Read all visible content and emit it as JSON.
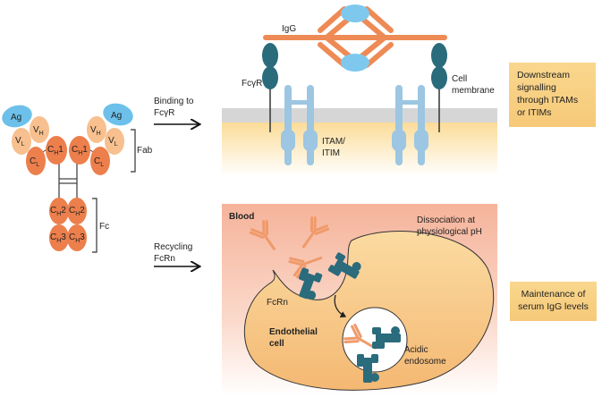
{
  "antibody": {
    "domains": {
      "ag": "Ag",
      "vh": "V",
      "vh_sub": "H",
      "vl": "V",
      "vl_sub": "L",
      "ch1": "C",
      "ch1_sub": "H",
      "ch1_num": "1",
      "cl": "C",
      "cl_sub": "L",
      "ch2": "C",
      "ch2_sub": "H",
      "ch2_num": "2",
      "ch3": "C",
      "ch3_sub": "H",
      "ch3_num": "3"
    },
    "fab_label": "Fab",
    "fc_label": "Fc"
  },
  "pathway_top": {
    "arrow_label_line1": "Binding to",
    "arrow_label_line2": "FcγR",
    "igg_label": "IgG",
    "receptor_label": "FcγR",
    "membrane_label_line1": "Cell",
    "membrane_label_line2": "membrane",
    "itam_label_line1": "ITAM/",
    "itam_label_line2": "ITIM",
    "outcome": [
      "Downstream",
      "signalling",
      "through ITAMs",
      "or ITIMs"
    ]
  },
  "pathway_bottom": {
    "arrow_label_line1": "Recycling",
    "arrow_label_line2": "FcRn",
    "blood_label": "Blood",
    "dissociation_line1": "Dissociation at",
    "dissociation_line2": "physiological pH",
    "fcrn_label": "FcRn",
    "cell_label_line1": "Endothelial",
    "cell_label_line2": "cell",
    "endosome_line1": "Acidic",
    "endosome_line2": "endosome",
    "outcome": [
      "Maintenance of",
      "serum IgG levels"
    ]
  },
  "colors": {
    "ag_blue": "#6cc0ea",
    "light_orange": "#f7c08e",
    "dark_orange": "#ec7f4c",
    "receptor_teal": "#2a6b7c",
    "itam_blue": "#9dc7e2",
    "membrane_grey": "#d6d6d8",
    "cytoplasm": "#fbe3a7",
    "blood_pink": "#f6b49a",
    "cell_fill": "#f6c987",
    "outcome_box": "#f8d185"
  }
}
